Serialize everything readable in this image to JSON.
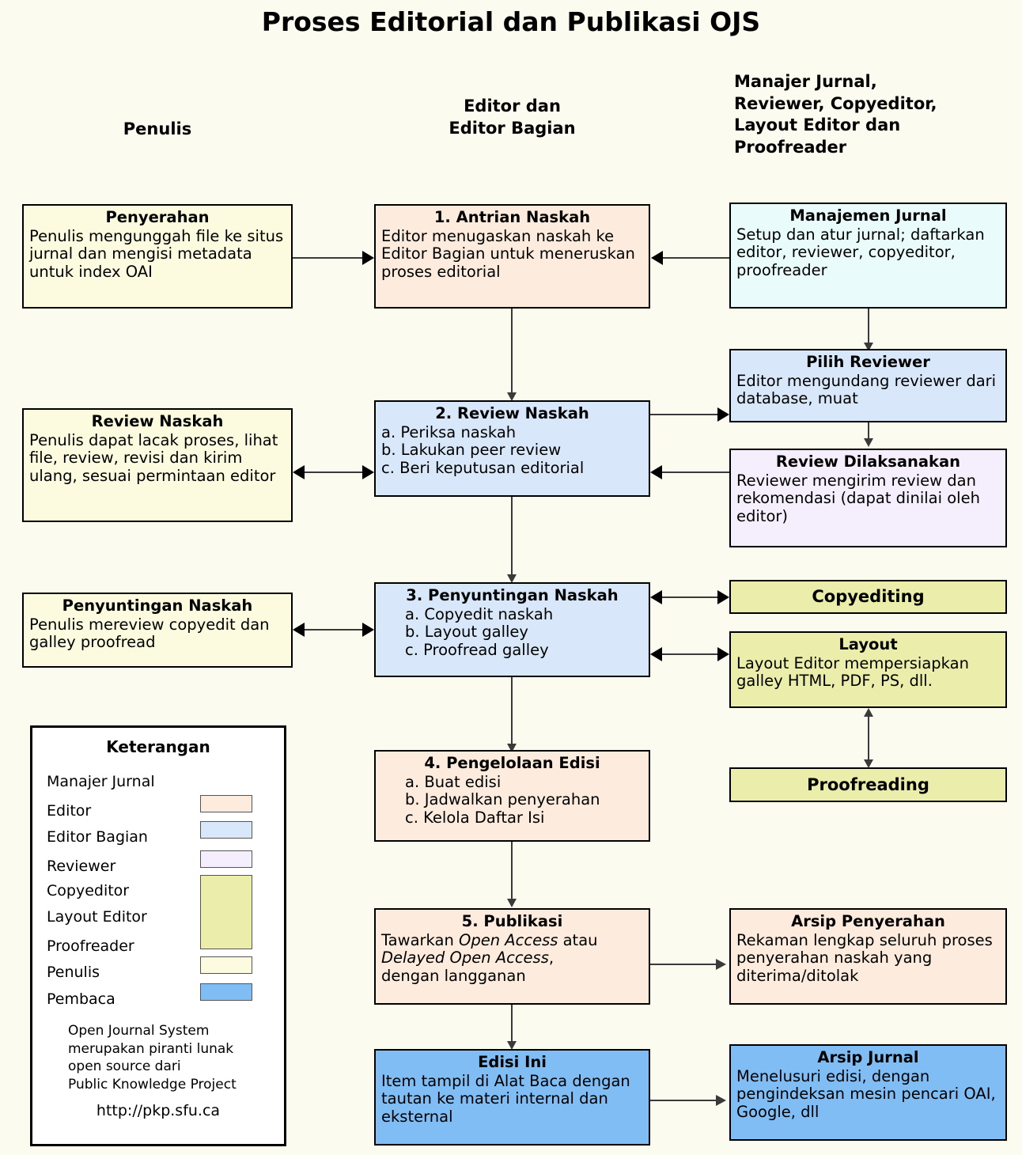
{
  "title": "Proses Editorial dan Publikasi OJS",
  "columns": [
    {
      "id": "penulis",
      "label": "Penulis"
    },
    {
      "id": "editor",
      "label": "Editor dan\nEditor Bagian"
    },
    {
      "id": "manajer",
      "label": "Manajer Jurnal,\nReviewer, Copyeditor,\nLayout Editor dan\nProofreader"
    }
  ],
  "boxes": {
    "penyerahan": {
      "title": "Penyerahan",
      "body": "Penulis mengunggah file ke situs jurnal dan mengisi metadata untuk index OAI",
      "role": "Penulis"
    },
    "antrian_naskah": {
      "title": "1. Antrian Naskah",
      "body": "Editor menugaskan naskah ke Editor Bagian untuk meneruskan proses editorial",
      "role": "Editor"
    },
    "manajemen_jurnal": {
      "title": "Manajemen Jurnal",
      "body": "Setup dan atur jurnal; daftarkan editor, reviewer, copyeditor, proofreader",
      "role": "Manajer Jurnal"
    },
    "review_naskah_penulis": {
      "title": "Review Naskah",
      "body": "Penulis dapat lacak proses, lihat file, review, revisi dan kirim ulang, sesuai permintaan editor",
      "role": "Penulis"
    },
    "review_naskah": {
      "title": "2. Review Naskah",
      "body": "a. Periksa naskah\nb. Lakukan peer review\nc. Beri keputusan editorial",
      "role": "Editor Bagian"
    },
    "pilih_reviewer": {
      "title": "Pilih Reviewer",
      "body": "Editor mengundang reviewer dari database, muat",
      "role": "Editor Bagian"
    },
    "review_dilaksanakan": {
      "title": "Review Dilaksanakan",
      "body": "Reviewer mengirim review dan rekomendasi (dapat dinilai oleh editor)",
      "role": "Reviewer"
    },
    "penyuntingan_naskah_penulis": {
      "title": "Penyuntingan Naskah",
      "body": "Penulis mereview copyedit dan galley proofread",
      "role": "Penulis"
    },
    "penyuntingan_naskah": {
      "title": "3. Penyuntingan Naskah",
      "body": "a. Copyedit naskah\nb. Layout galley\nc. Proofread galley",
      "role": "Editor Bagian"
    },
    "copyediting": {
      "title": "Copyediting",
      "body": "",
      "role": "Copyeditor"
    },
    "layout": {
      "title": "Layout",
      "body": "Layout Editor mempersiapkan galley HTML, PDF, PS, dll.",
      "role": "Layout Editor"
    },
    "proofreading": {
      "title": "Proofreading",
      "body": "",
      "role": "Proofreader"
    },
    "pengelolaan_edisi": {
      "title": "4. Pengelolaan Edisi",
      "body": "a. Buat edisi\nb. Jadwalkan penyerahan\nc. Kelola Daftar Isi",
      "role": "Editor"
    },
    "publikasi": {
      "title": "5. Publikasi",
      "body_pre": "Tawarkan ",
      "body_em1": "Open Access",
      "body_mid": " atau\n",
      "body_em2": "Delayed Open Access",
      "body_post": ",\ndengan langganan",
      "role": "Editor"
    },
    "arsip_penyerahan": {
      "title": "Arsip Penyerahan",
      "body": "Rekaman lengkap seluruh proses penyerahan naskah yang diterima/ditolak",
      "role": "Editor"
    },
    "edisi_ini": {
      "title": "Edisi Ini",
      "body": "Item tampil di Alat Baca dengan tautan ke materi internal dan eksternal",
      "role": "Pembaca"
    },
    "arsip_jurnal": {
      "title": "Arsip Jurnal",
      "body": "Menelusuri edisi, dengan pengindeksan mesin pencari OAI, Google, dll",
      "role": "Pembaca"
    }
  },
  "legend": {
    "title": "Keterangan",
    "items": [
      {
        "label": "Manajer Jurnal",
        "color": "#E9FBFA"
      },
      {
        "label": "Editor",
        "color": "#FDEBDD"
      },
      {
        "label": "Editor Bagian",
        "color": "#D8E8FA"
      },
      {
        "label": "Reviewer",
        "color": "#F5EFFD"
      },
      {
        "label": "Copyeditor",
        "color": "#EBEDAB"
      },
      {
        "label": "Layout Editor",
        "color": "#EBEDAB"
      },
      {
        "label": "Proofreader",
        "color": "#EBEDAB"
      },
      {
        "label": "Penulis",
        "color": "#FCFBE0"
      },
      {
        "label": "Pembaca",
        "color": "#80BDF4"
      }
    ],
    "note": "Open Journal System\nmerupakan piranti lunak\nopen source dari\nPublic Knowledge Project",
    "url": "http://pkp.sfu.ca"
  },
  "colors": {
    "background": "#FBFBF0",
    "author": "#FCFBE0",
    "editor": "#FDEBDD",
    "section_editor": "#D8E8FA",
    "journal_manager": "#E9FBFA",
    "reviewer": "#F5EFFD",
    "production": "#EBEDAB",
    "reader": "#80BDF4",
    "stroke": "#000000"
  }
}
